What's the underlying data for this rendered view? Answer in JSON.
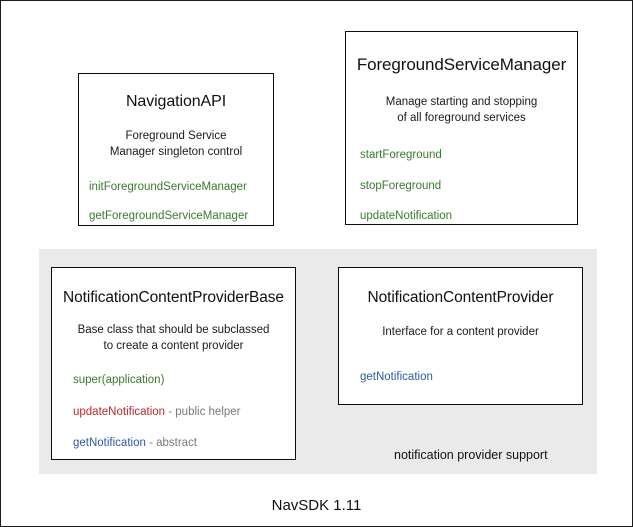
{
  "diagram": {
    "footer_title": "NavSDK 1.11",
    "group": {
      "label": "notification provider support",
      "background_color": "#eaeaea"
    },
    "colors": {
      "green": "#3a7a2f",
      "red": "#c0262b",
      "blue": "#3159a8",
      "note_gray": "#7a7a7a",
      "border": "#0d0d0d",
      "panel": "#eaeaea",
      "text": "#111111"
    },
    "boxes": {
      "navigation_api": {
        "title": "NavigationAPI",
        "description_line1": "Foreground Service",
        "description_line2": "Manager singleton control",
        "methods": [
          {
            "name": "initForegroundServiceManager",
            "color": "green",
            "note": ""
          },
          {
            "name": "getForegroundServiceManager",
            "color": "green",
            "note": ""
          }
        ]
      },
      "foreground_service_manager": {
        "title": "ForegroundServiceManager",
        "description_line1": "Manage starting and stopping",
        "description_line2": "of all foreground services",
        "methods": [
          {
            "name": "startForeground",
            "color": "green",
            "note": ""
          },
          {
            "name": "stopForeground",
            "color": "green",
            "note": ""
          },
          {
            "name": "updateNotification",
            "color": "green",
            "note": ""
          }
        ]
      },
      "notification_content_provider_base": {
        "title": "NotificationContentProviderBase",
        "description_line1": "Base class that should be subclassed",
        "description_line2": "to create a content provider",
        "methods": [
          {
            "name": "super(application)",
            "color": "green",
            "note": ""
          },
          {
            "name": "updateNotification",
            "color": "red",
            "note": " - public helper"
          },
          {
            "name": "getNotification",
            "color": "blue",
            "note": " - abstract"
          }
        ]
      },
      "notification_content_provider": {
        "title": "NotificationContentProvider",
        "description_line1": "Interface for a content provider",
        "description_line2": "",
        "methods": [
          {
            "name": "getNotification",
            "color": "blue",
            "note": ""
          }
        ]
      }
    }
  }
}
